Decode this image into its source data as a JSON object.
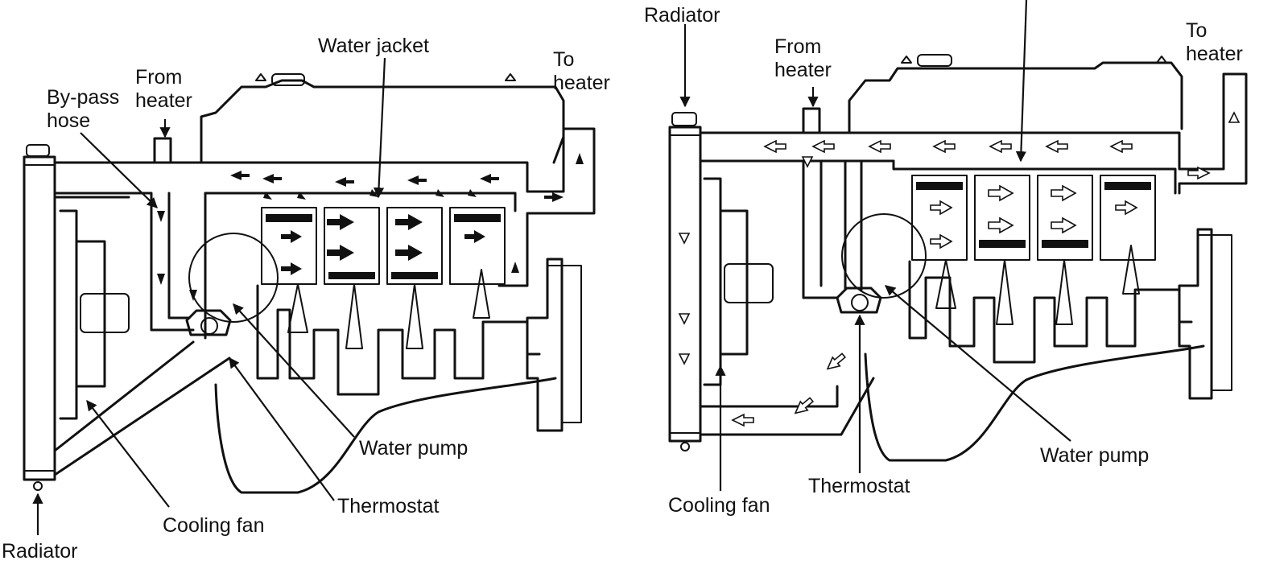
{
  "left_diagram": {
    "labels": {
      "water_jacket": "Water jacket",
      "to_heater_1": "To",
      "to_heater_2": "heater",
      "from_heater_1": "From",
      "from_heater_2": "heater",
      "bypass_1": "By-pass",
      "bypass_2": "hose",
      "water_pump": "Water pump",
      "thermostat": "Thermostat",
      "cooling_fan": "Cooling fan",
      "radiator": "Radiator"
    }
  },
  "right_diagram": {
    "labels": {
      "radiator": "Radiator",
      "from_heater_1": "From",
      "from_heater_2": "heater",
      "to_heater_1": "To",
      "to_heater_2": "heater",
      "water_pump": "Water pump",
      "thermostat": "Thermostat",
      "cooling_fan": "Cooling fan"
    }
  },
  "icons": {
    "flow_arrow_solid": "solid-flow-arrow-icon",
    "flow_arrow_hollow": "hollow-flow-arrow-icon"
  },
  "colors": {
    "ink": "#111111",
    "paper": "#ffffff"
  }
}
